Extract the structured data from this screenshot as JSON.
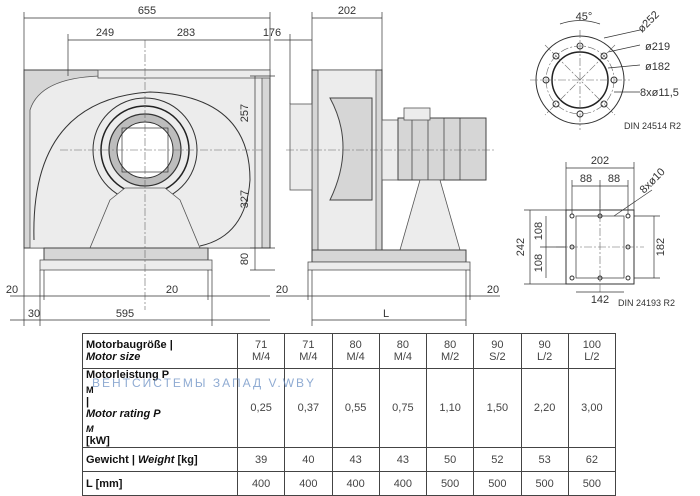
{
  "front_view": {
    "dims": [
      "655",
      "249",
      "283",
      "257",
      "327",
      "80",
      "20",
      "20",
      "30",
      "595"
    ]
  },
  "side_view": {
    "dims": [
      "176",
      "202",
      "20",
      "20",
      "L"
    ]
  },
  "flange_round": {
    "dims": [
      "45°",
      "ø252",
      "ø219",
      "ø182",
      "8xø11,5"
    ],
    "standard": "DIN 24514 R2"
  },
  "flange_square": {
    "dims": [
      "202",
      "88",
      "88",
      "8xø10",
      "242",
      "108",
      "108",
      "182",
      "142"
    ],
    "standard": "DIN 24193 R2"
  },
  "table": {
    "row_labels": {
      "motor_size_de": "Motorbaugröße |",
      "motor_size_en": "Motor size",
      "rating_de": "Motorleistung P",
      "rating_de_sub": "M",
      "rating_de_unit": " |",
      "rating_en": "Motor rating P",
      "rating_en_sub": "M",
      "rating_en_unit": " [kW]",
      "weight_de": "Gewicht | ",
      "weight_en": "Weight",
      "weight_unit": " [kg]",
      "l": "L [mm]"
    },
    "motor_size": [
      [
        "71",
        "M/4"
      ],
      [
        "71",
        "M/4"
      ],
      [
        "80",
        "M/4"
      ],
      [
        "80",
        "M/4"
      ],
      [
        "80",
        "M/2"
      ],
      [
        "90",
        "S/2"
      ],
      [
        "90",
        "L/2"
      ],
      [
        "100",
        "L/2"
      ]
    ],
    "motor_rating": [
      "0,25",
      "0,37",
      "0,55",
      "0,75",
      "1,10",
      "1,50",
      "2,20",
      "3,00"
    ],
    "weight": [
      "39",
      "40",
      "43",
      "43",
      "50",
      "52",
      "53",
      "62"
    ],
    "length": [
      "400",
      "400",
      "400",
      "400",
      "500",
      "500",
      "500",
      "500"
    ]
  },
  "watermark": "ВЕНТСИСТЕМЫ ЗАПАД   V.WBY"
}
